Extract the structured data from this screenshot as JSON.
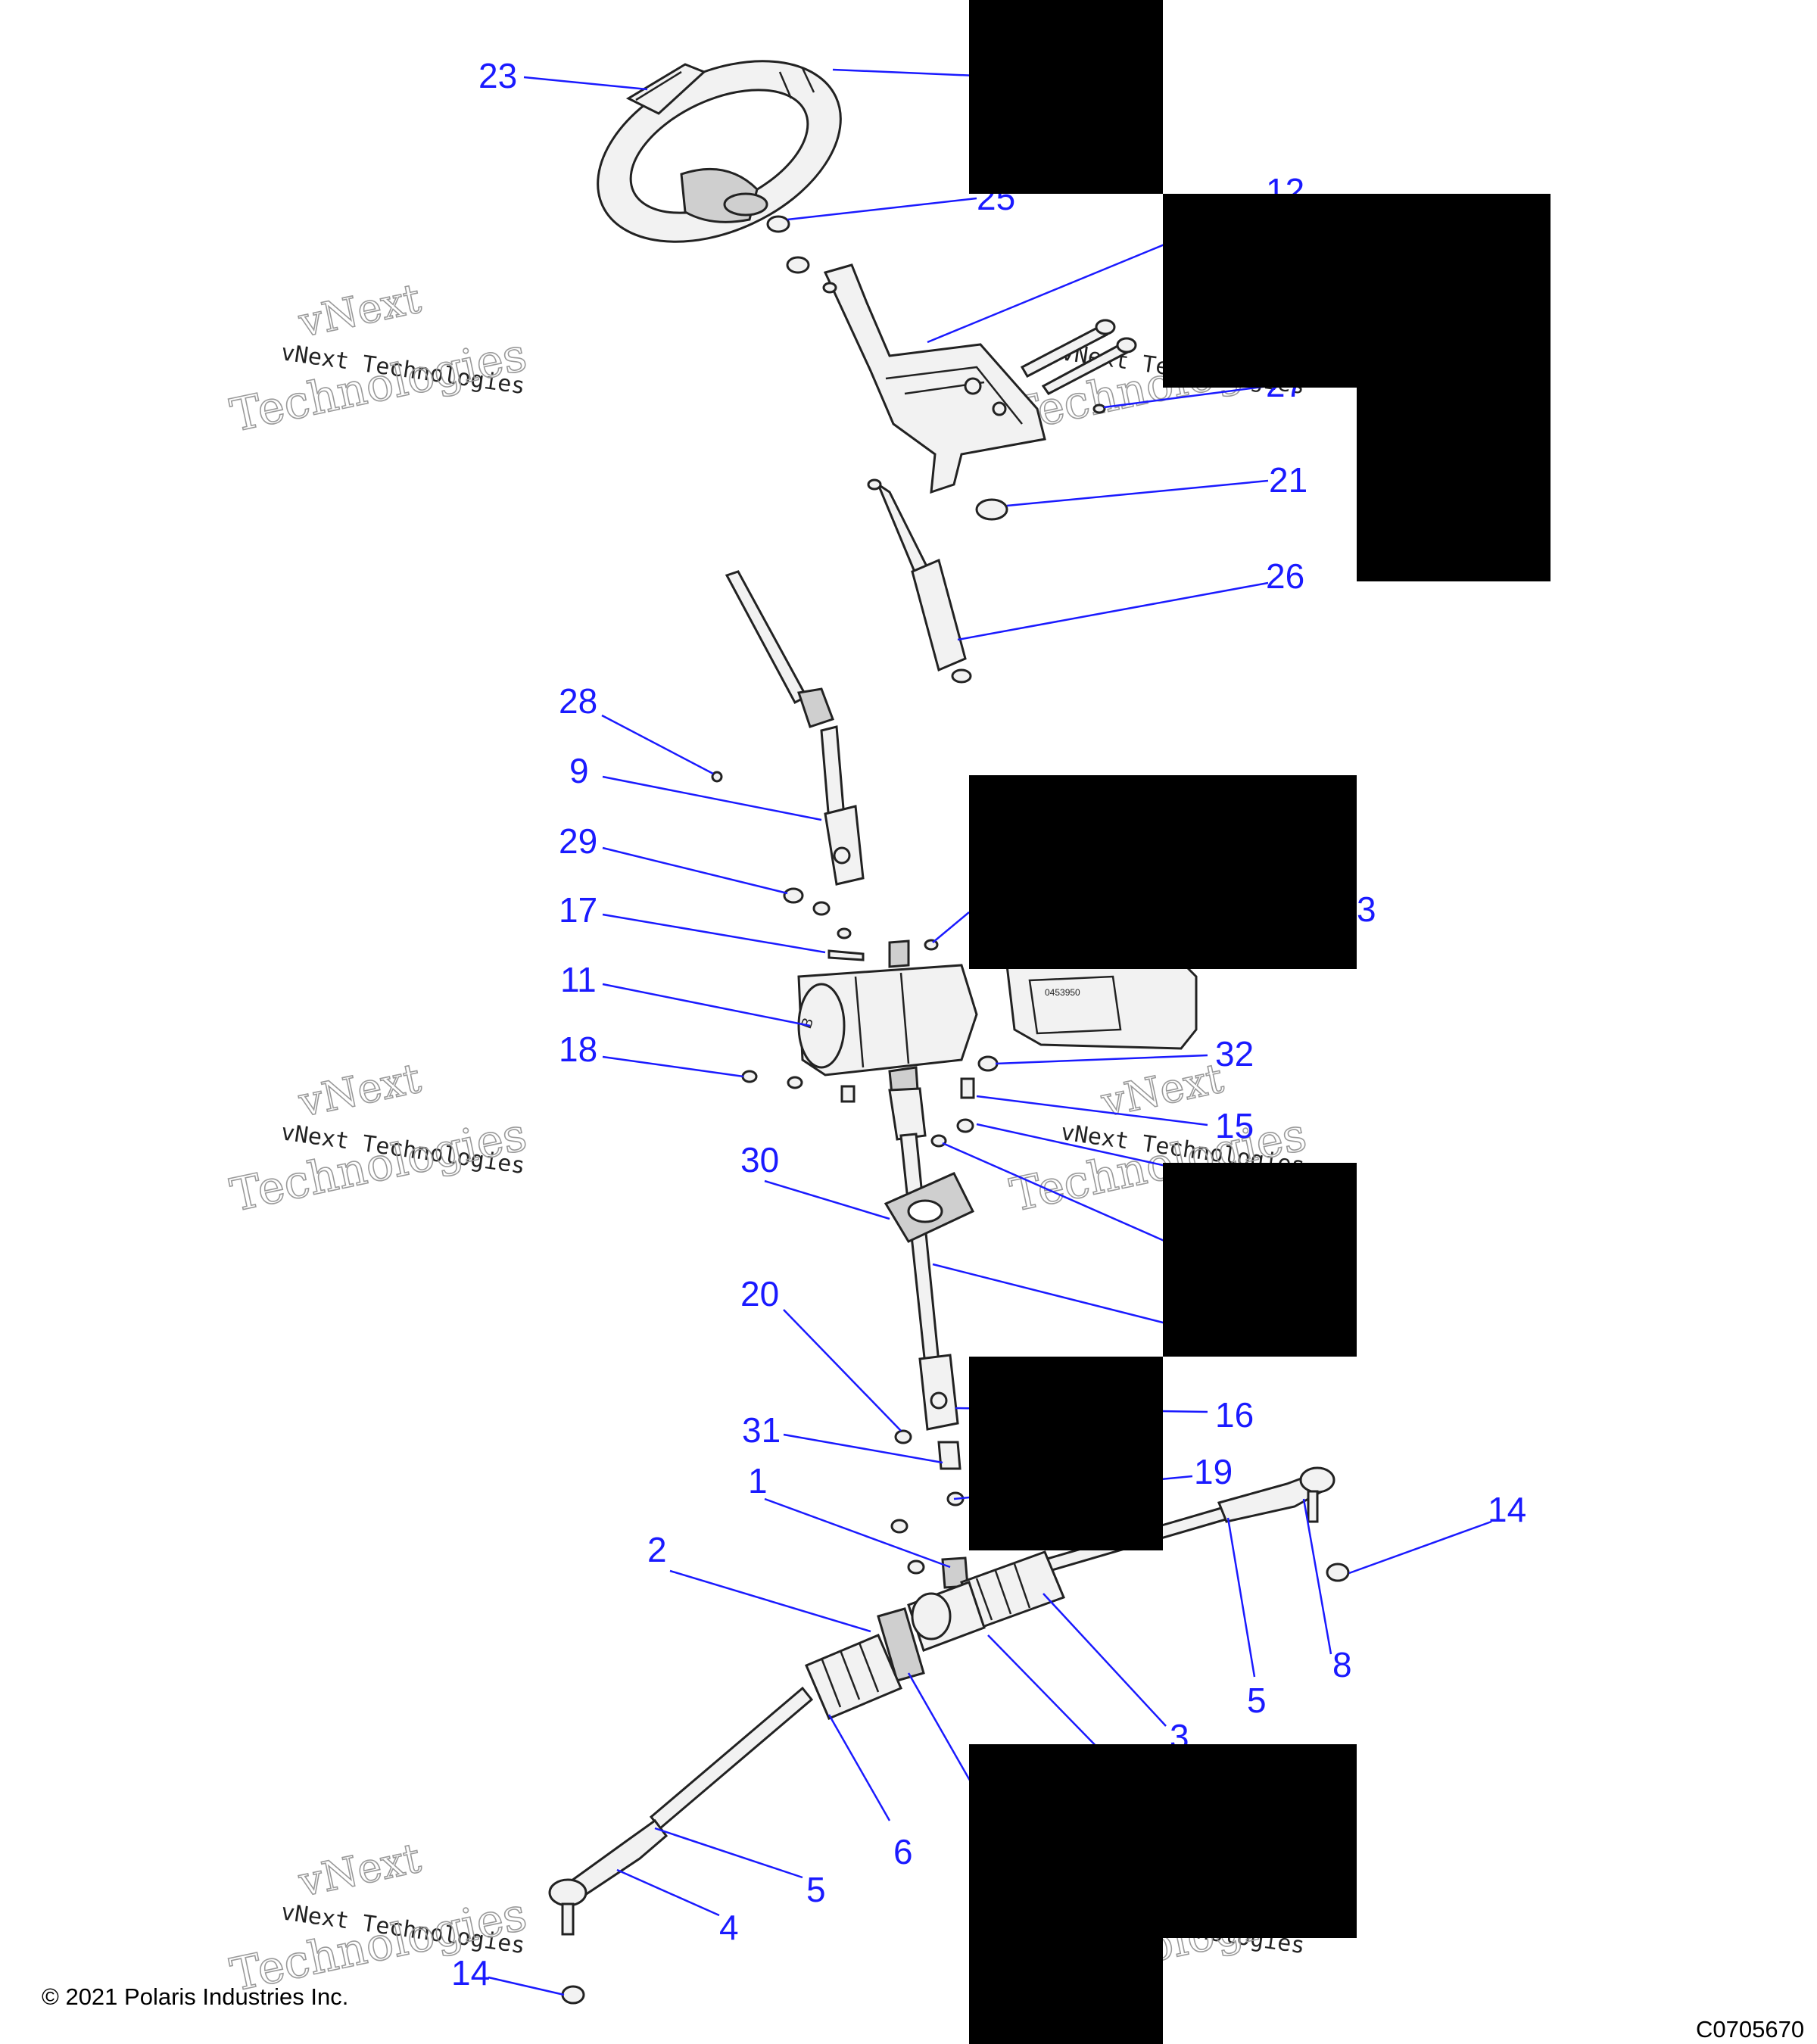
{
  "watermark": {
    "line1": "vNext",
    "line2": "vNext Technologies",
    "line3": "Technologies"
  },
  "callouts": [
    "23",
    "25",
    "12",
    "27",
    "21",
    "26",
    "28",
    "9",
    "29",
    "17",
    "3",
    "11",
    "18",
    "32",
    "15",
    "30",
    "20",
    "16",
    "31",
    "19",
    "1",
    "14",
    "2",
    "8",
    "5",
    "3",
    "6",
    "5",
    "4",
    "14"
  ],
  "footer": {
    "copyright": "© 2021 Polaris Industries Inc.",
    "drawing_number": "C0705670"
  },
  "colors": {
    "callout": "#1a1aff",
    "linework": "#222222",
    "redaction": "#000000"
  }
}
